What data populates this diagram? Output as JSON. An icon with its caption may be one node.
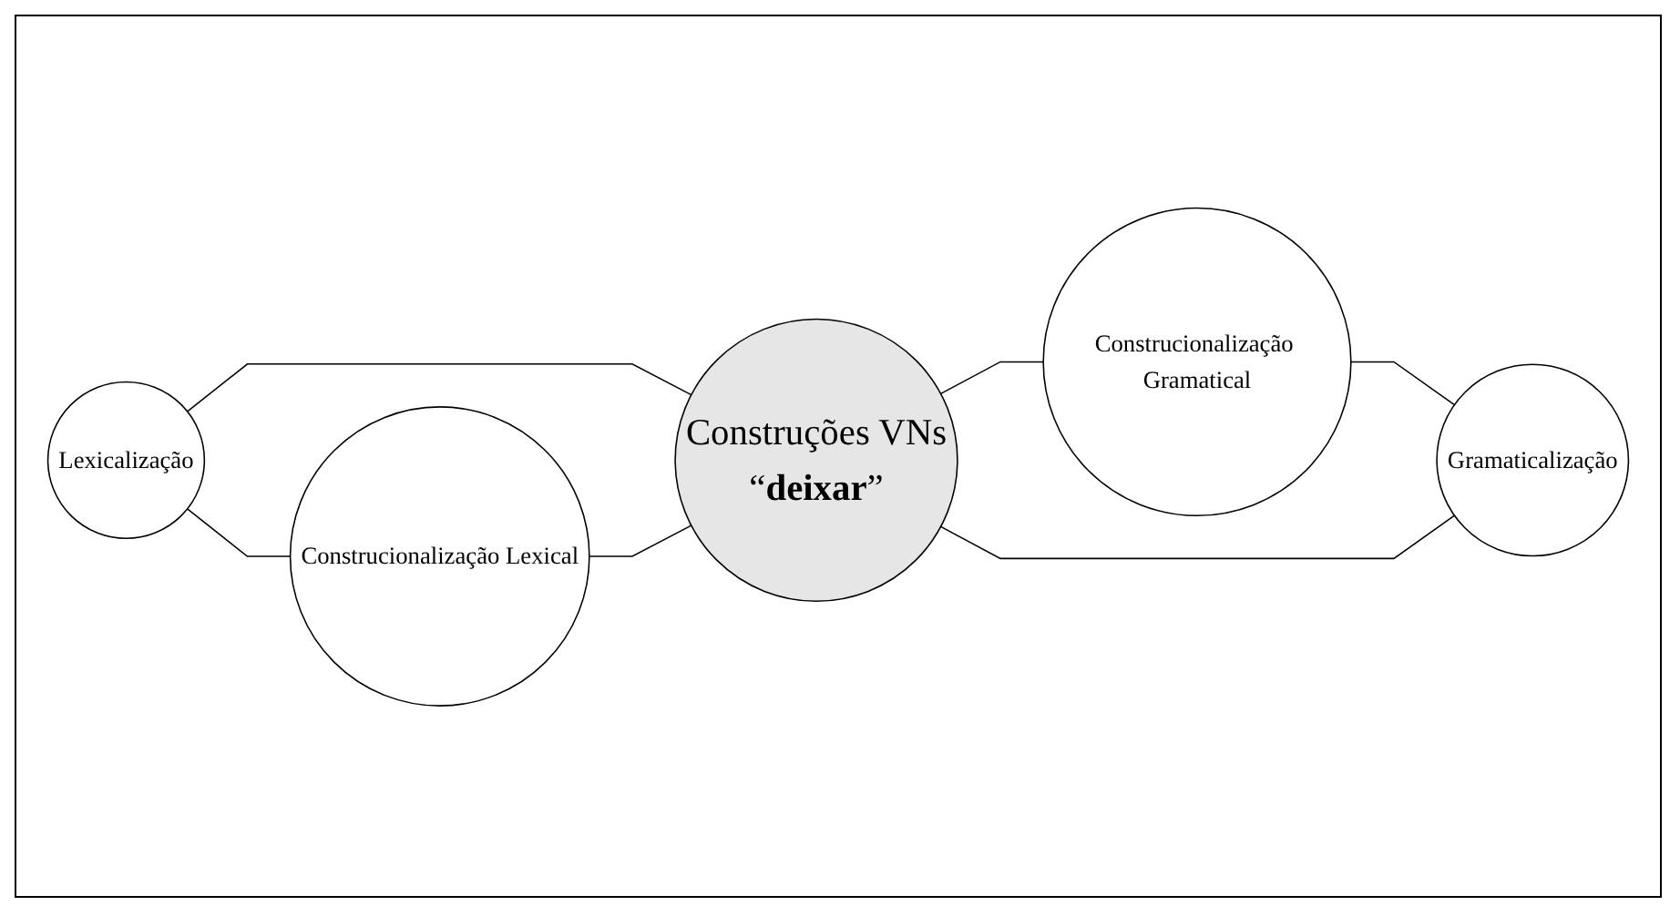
{
  "diagram": {
    "nodes": [
      {
        "text": [
          "Lexicalização"
        ]
      },
      {
        "text": [
          "Construcionalização Gramatical"
        ]
      },
      {
        "text": [
          "Construções VNs",
          "“**deixar**”"
        ]
      },
      {
        "text": [
          "Construcionalização Lexical"
        ]
      },
      {
        "text": [
          "Gramaticalização"
        ]
      }
    ],
    "edges": [
      {
        "from": 0,
        "to": 2,
        "arrow": "none"
      },
      {
        "from": 2,
        "to": 1,
        "arrow": "none"
      },
      {
        "from": 1,
        "to": 4,
        "arrow": "none"
      },
      {
        "from": 2,
        "to": 4,
        "arrow": "none"
      },
      {
        "from": 3,
        "to": 2,
        "arrow": "none"
      },
      {
        "from": 0,
        "to": 3,
        "arrow": "none"
      }
    ]
  }
}
